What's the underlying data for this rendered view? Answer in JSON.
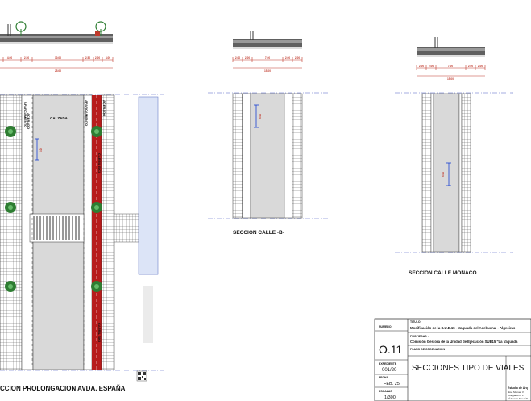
{
  "titles": {
    "section_a": "CCION PROLONGACION AVDA. ESPAÑA",
    "section_b": "SECCION CALLE -B-",
    "section_monaco": "SECCION CALLE MONACO"
  },
  "labels": {
    "calzada": "CALZADA",
    "aparcamiento_left": "APARCAMIENTO",
    "aparcamiento_right": "APARCAMIENTO",
    "acerado_left": "ACERADO",
    "acerado_right": "ACERADO",
    "carril_bici_top": "CARRIL BICI",
    "carril_bici_bottom": "CARRIL BICI"
  },
  "dimensions": {
    "sec_a": [
      "4.00",
      "2.50",
      "10.00",
      "2.50",
      "2.00",
      "4.00"
    ],
    "sec_a_total": "25.00",
    "sec_b": [
      "2.00",
      "2.00",
      "7.00",
      "2.00",
      "2.00"
    ],
    "sec_b_total": "15.00",
    "sec_m": [
      "2.00",
      "2.00",
      "7.00",
      "2.00",
      "2.00"
    ],
    "sec_m_total": "15.00",
    "plan_a": "5.00",
    "plan_b": "5.00",
    "plan_m": "5.00"
  },
  "title_block": {
    "numero_label": "NUMERO",
    "numero": "O.11",
    "expediente_label": "EXPEDIENTE",
    "expediente": "001/20",
    "fecha_label": "FECHA",
    "fecha": "FEB. 25",
    "escalas_label": "ESCALAS",
    "escala": "1/300",
    "titulo_label": "TITULO",
    "titulo": "Modificación de la S.U.E.15 - Vaguada del Acebuchal - Algeciras",
    "propiedad_label": "PROPIEDAD :",
    "propiedad": "Comisión Gestora de la Unidad de Ejecución SUE15 \"La Vaguada",
    "plano_label": "PLANO DE ORDENACION",
    "plano": "SECCIONES TIPO DE VIALES",
    "author_1": "Estudio de Arq",
    "author_2": "Jose Manuel V",
    "author_3": "Colegiado nº 1",
    "author_4": "Cº Ronda Alta nº 5"
  },
  "colors": {
    "bike_lane": "#b71c1c",
    "road": "#d9d9d9",
    "blue_panel": "#dce4f7",
    "tree": "#2e7d32",
    "dimension": "#c0392b",
    "marker": "#1a3fd1"
  }
}
